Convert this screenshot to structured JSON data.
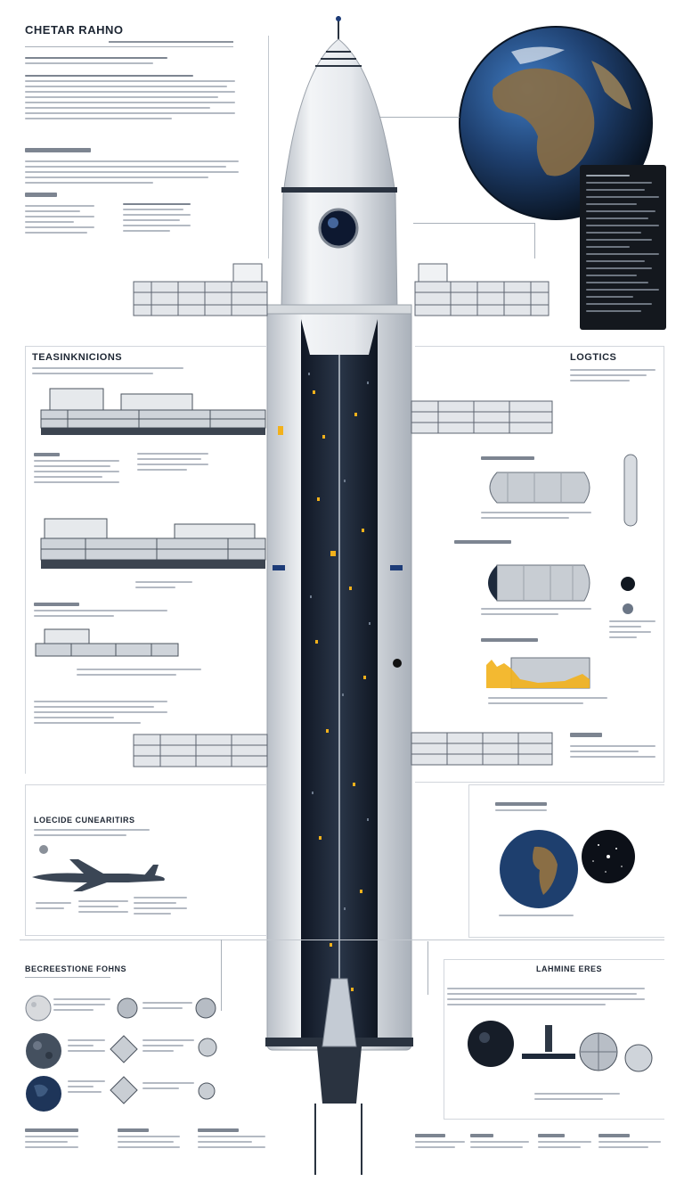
{
  "headings": {
    "top_left": "CHETAR RAHNO",
    "left_section": "TEASINKNICIONS",
    "right_section": "LOGTICS",
    "left_lower": "LOECIDE CUNEARITIRS",
    "bottom_left": "BECREESTIONE FOHNS",
    "bottom_right": "LAHMINE ERES"
  },
  "colors": {
    "rocket_body": "#e9ecef",
    "rocket_core": "#1f2a3a",
    "earth_ocean": "#1e3f6e",
    "earth_land": "#8a6e45",
    "panel_dark": "#14181e",
    "accent_amber": "#f2b11b",
    "line_gray": "#a9b0b9"
  },
  "icons": [
    "rocket-icon",
    "earth-icon",
    "airplane-icon",
    "moon-icon",
    "starfield-icon",
    "fuel-tank-icon",
    "satellite-icon"
  ]
}
